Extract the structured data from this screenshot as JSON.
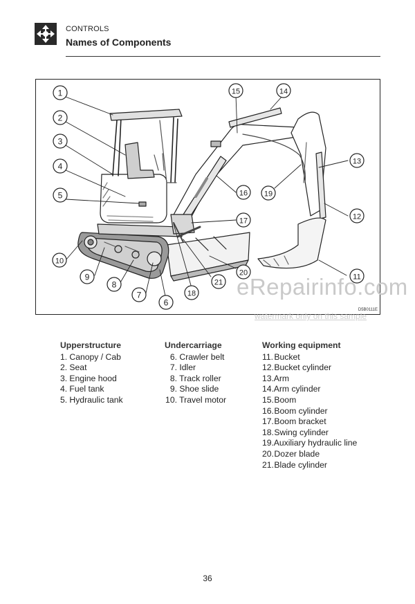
{
  "header": {
    "section": "CONTROLS",
    "title": "Names of Components"
  },
  "figure": {
    "code": "D5B0111E",
    "callouts": [
      "1",
      "2",
      "3",
      "4",
      "5",
      "6",
      "7",
      "8",
      "9",
      "10",
      "11",
      "12",
      "13",
      "14",
      "15",
      "16",
      "17",
      "18",
      "19",
      "20",
      "21"
    ]
  },
  "watermark": {
    "main": "eRepairinfo.com",
    "sub": "watermark only on this sample"
  },
  "columns": [
    {
      "heading": "Upperstructure",
      "items": [
        {
          "num": "1.",
          "label": "Canopy / Cab"
        },
        {
          "num": "2.",
          "label": "Seat"
        },
        {
          "num": "3.",
          "label": "Engine hood"
        },
        {
          "num": "4.",
          "label": "Fuel tank"
        },
        {
          "num": "5.",
          "label": "Hydraulic tank"
        }
      ]
    },
    {
      "heading": "Undercarriage",
      "items": [
        {
          "num": "6.",
          "label": "Crawler belt"
        },
        {
          "num": "7.",
          "label": "Idler"
        },
        {
          "num": "8.",
          "label": "Track roller"
        },
        {
          "num": "9.",
          "label": "Shoe slide"
        },
        {
          "num": "10.",
          "label": "Travel motor"
        }
      ]
    },
    {
      "heading": "Working equipment",
      "items": [
        {
          "num": "11.",
          "label": "Bucket"
        },
        {
          "num": "12.",
          "label": "Bucket cylinder"
        },
        {
          "num": "13.",
          "label": "Arm"
        },
        {
          "num": "14.",
          "label": "Arm cylinder"
        },
        {
          "num": "15.",
          "label": "Boom"
        },
        {
          "num": "16.",
          "label": "Boom cylinder"
        },
        {
          "num": "17.",
          "label": "Boom bracket"
        },
        {
          "num": "18.",
          "label": "Swing cylinder"
        },
        {
          "num": "19.",
          "label": "Auxiliary hydraulic line"
        },
        {
          "num": "20.",
          "label": "Dozer blade"
        },
        {
          "num": "21.",
          "label": "Blade cylinder"
        }
      ]
    }
  ],
  "page_number": "36"
}
